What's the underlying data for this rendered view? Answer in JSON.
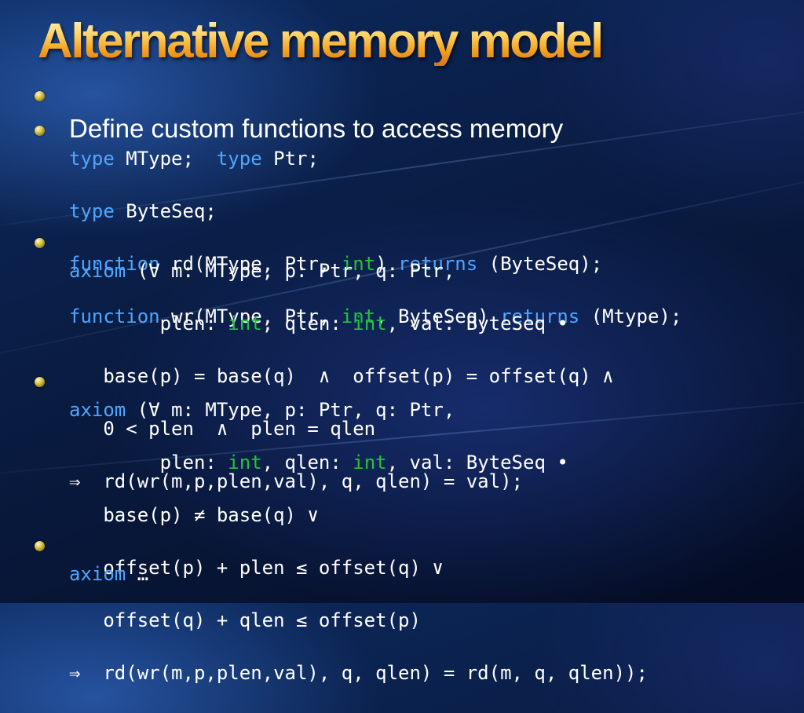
{
  "title": "Alternative memory model",
  "bullets": [
    {
      "lines": [
        [
          {
            "t": "Define custom functions to access memory",
            "c": "plain"
          }
        ]
      ]
    },
    {
      "lines": [
        [
          {
            "t": "type",
            "c": "kw"
          },
          {
            "t": " MType;  ",
            "c": "plain"
          },
          {
            "t": "type",
            "c": "kw"
          },
          {
            "t": " Ptr;",
            "c": "plain"
          }
        ],
        [
          {
            "t": "type",
            "c": "kw"
          },
          {
            "t": " ByteSeq;",
            "c": "plain"
          }
        ],
        [
          {
            "t": "function",
            "c": "kw"
          },
          {
            "t": " rd(MType, Ptr, ",
            "c": "plain"
          },
          {
            "t": "int",
            "c": "ty"
          },
          {
            "t": ") ",
            "c": "plain"
          },
          {
            "t": "returns",
            "c": "kw"
          },
          {
            "t": " (ByteSeq);",
            "c": "plain"
          }
        ],
        [
          {
            "t": "function",
            "c": "kw"
          },
          {
            "t": " wr(MType, Ptr, ",
            "c": "plain"
          },
          {
            "t": "int",
            "c": "ty"
          },
          {
            "t": ", ByteSeq) ",
            "c": "plain"
          },
          {
            "t": "returns",
            "c": "kw"
          },
          {
            "t": " (Mtype);",
            "c": "plain"
          }
        ]
      ]
    },
    {
      "lines": [
        [
          {
            "t": "axiom",
            "c": "kw"
          },
          {
            "t": " (∀ m: MType, p: Ptr, q: Ptr,",
            "c": "plain"
          }
        ],
        [
          {
            "t": "        plen: ",
            "c": "plain"
          },
          {
            "t": "int",
            "c": "ty"
          },
          {
            "t": ", qlen: ",
            "c": "plain"
          },
          {
            "t": "int",
            "c": "ty"
          },
          {
            "t": ", val: ByteSeq •",
            "c": "plain"
          }
        ],
        [
          {
            "t": "   base(p) = base(q)  ∧  offset(p) = offset(q) ∧",
            "c": "plain"
          }
        ],
        [
          {
            "t": "   0 < plen  ∧  plen = qlen",
            "c": "plain"
          }
        ],
        [
          {
            "t": "⇒  rd(wr(m,p,plen,val), q, qlen) = val);",
            "c": "plain"
          }
        ]
      ]
    },
    {
      "lines": [
        [
          {
            "t": "axiom",
            "c": "kw"
          },
          {
            "t": " (∀ m: MType, p: Ptr, q: Ptr,",
            "c": "plain"
          }
        ],
        [
          {
            "t": "        plen: ",
            "c": "plain"
          },
          {
            "t": "int",
            "c": "ty"
          },
          {
            "t": ", qlen: ",
            "c": "plain"
          },
          {
            "t": "int",
            "c": "ty"
          },
          {
            "t": ", val: ByteSeq •",
            "c": "plain"
          }
        ],
        [
          {
            "t": "   base(p) ≠ base(q) ∨",
            "c": "plain"
          }
        ],
        [
          {
            "t": "   offset(p) + plen ≤ offset(q) ∨",
            "c": "plain"
          }
        ],
        [
          {
            "t": "   offset(q) + qlen ≤ offset(p)",
            "c": "plain"
          }
        ],
        [
          {
            "t": "⇒  rd(wr(m,p,plen,val), q, qlen) = rd(m, q, qlen));",
            "c": "plain"
          }
        ]
      ]
    },
    {
      "lines": [
        [
          {
            "t": "axiom",
            "c": "kw"
          },
          {
            "t": " …",
            "c": "plain"
          }
        ]
      ]
    }
  ]
}
